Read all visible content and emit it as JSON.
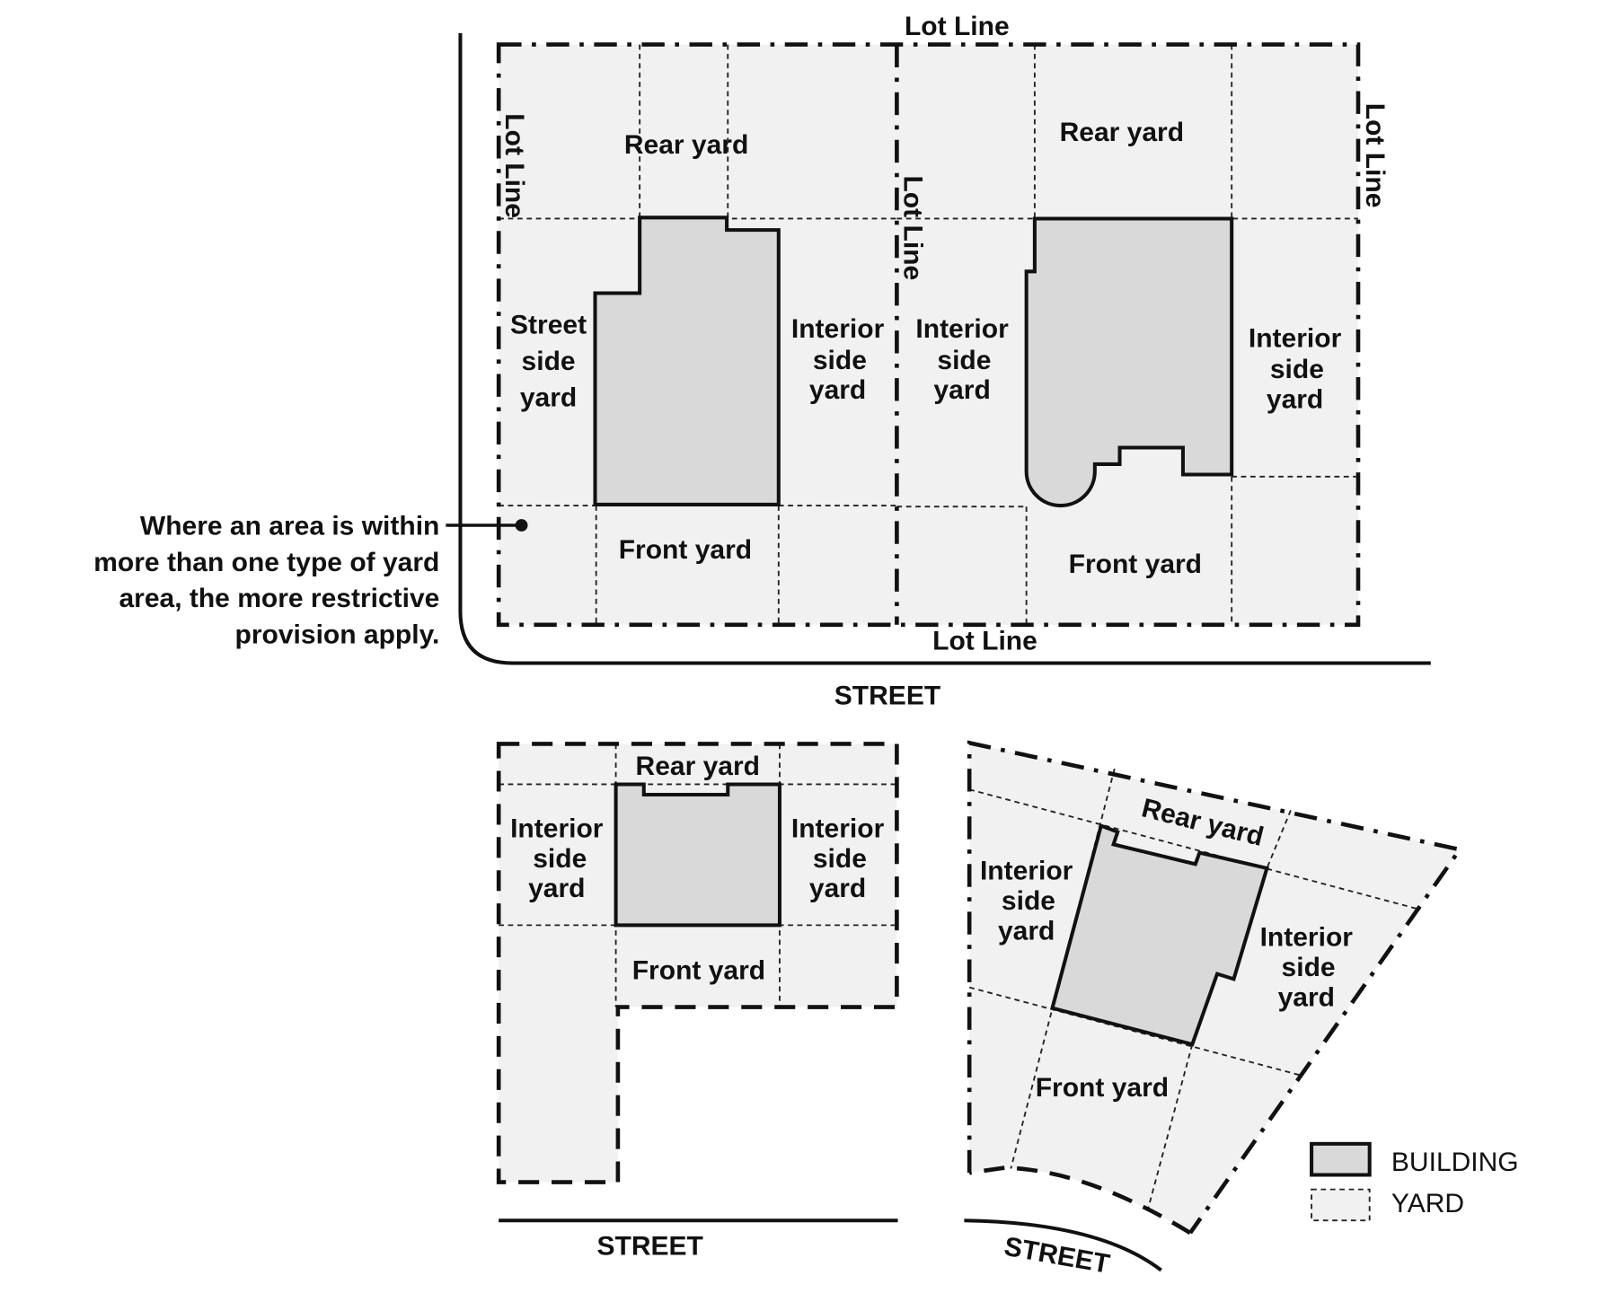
{
  "top": {
    "lot_line_top": "Lot Line",
    "lot_line_left": "Lot Line",
    "lot_line_mid": "Lot Line",
    "lot_line_right": "Lot Line",
    "lot_line_bottom": "Lot Line",
    "left_lot": {
      "rear": "Rear yard",
      "street_side": [
        "Street",
        "side",
        "yard"
      ],
      "interior_side": [
        "Interior",
        "side",
        "yard"
      ],
      "front": "Front yard"
    },
    "right_lot": {
      "rear": "Rear yard",
      "interior_left": [
        "Interior",
        "side",
        "yard"
      ],
      "interior_right": [
        "Interior",
        "side",
        "yard"
      ],
      "front": "Front yard"
    },
    "street": "STREET",
    "callout": [
      "Where an area is within",
      "more than one type of yard",
      "area, the more restrictive",
      "provision apply."
    ]
  },
  "bottom_left": {
    "rear": "Rear yard",
    "interior_left": [
      "Interior",
      "side",
      "yard"
    ],
    "interior_right": [
      "Interior",
      "side",
      "yard"
    ],
    "front": "Front yard",
    "street": "STREET"
  },
  "bottom_right": {
    "rear": "Rear yard",
    "interior_left": [
      "Interior",
      "side",
      "yard"
    ],
    "interior_right": [
      "Interior",
      "side",
      "yard"
    ],
    "front": "Front yard",
    "street": "STREET"
  },
  "legend": {
    "building": "BUILDING",
    "yard": "YARD"
  },
  "colors": {
    "yard": "#f1f1f1",
    "building": "#d9d9d9"
  }
}
